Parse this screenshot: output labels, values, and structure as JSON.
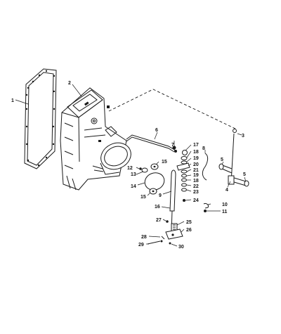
{
  "labels": {
    "l1": "1",
    "l2": "2",
    "l3": "3",
    "l4": "4",
    "l5a": "5",
    "l5b": "5",
    "l6": "6",
    "l7": "7",
    "l8": "8",
    "l9": "9",
    "l10": "10",
    "l11": "11",
    "l12": "12",
    "l13": "13",
    "l14": "14",
    "l15a": "15",
    "l15b": "15",
    "l16": "16",
    "l17": "17",
    "l18a": "18",
    "l18b": "18",
    "l19a": "19",
    "l19b": "19",
    "l20": "20",
    "l21": "21",
    "l22": "22",
    "l23": "23",
    "l24": "24",
    "l25": "25",
    "l26": "26",
    "l27": "27",
    "l28": "28",
    "l29": "29",
    "l30": "30"
  },
  "colors": {
    "ink": "#1a1a1a",
    "paper": "#ffffff"
  }
}
